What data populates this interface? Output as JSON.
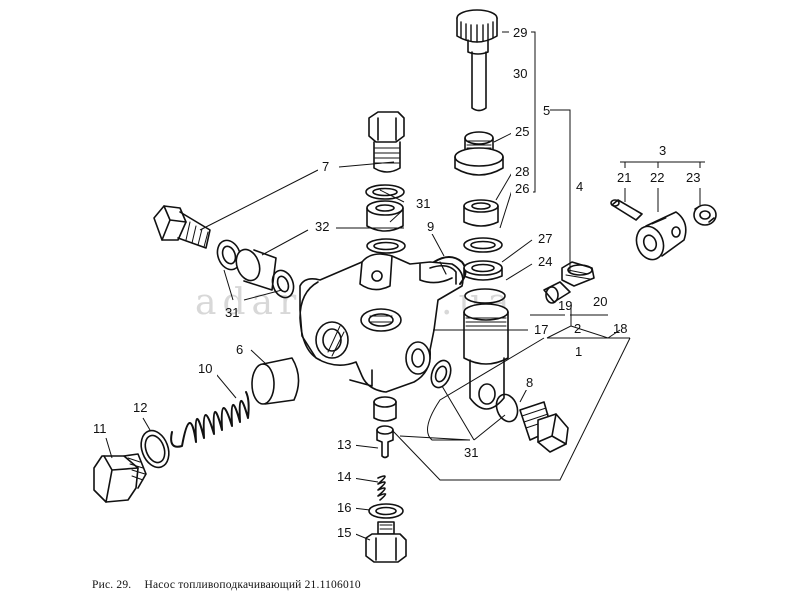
{
  "watermark": "adara.com.ua",
  "caption": {
    "figure_number": "Рис. 29.",
    "title": "Насос топливоподкачивающий 21.1106010"
  },
  "callouts": [
    {
      "id": "c1",
      "text": "1"
    },
    {
      "id": "c2",
      "text": "2"
    },
    {
      "id": "c3",
      "text": "3"
    },
    {
      "id": "c4",
      "text": "4"
    },
    {
      "id": "c5",
      "text": "5"
    },
    {
      "id": "c6",
      "text": "6"
    },
    {
      "id": "c7",
      "text": "7"
    },
    {
      "id": "c8",
      "text": "8"
    },
    {
      "id": "c9",
      "text": "9"
    },
    {
      "id": "c10",
      "text": "10"
    },
    {
      "id": "c11",
      "text": "11"
    },
    {
      "id": "c12",
      "text": "12"
    },
    {
      "id": "c13",
      "text": "13"
    },
    {
      "id": "c14",
      "text": "14"
    },
    {
      "id": "c15",
      "text": "15"
    },
    {
      "id": "c16",
      "text": "16"
    },
    {
      "id": "c17",
      "text": "17"
    },
    {
      "id": "c18",
      "text": "18"
    },
    {
      "id": "c19",
      "text": "19"
    },
    {
      "id": "c20",
      "text": "20"
    },
    {
      "id": "c21",
      "text": "21"
    },
    {
      "id": "c22",
      "text": "22"
    },
    {
      "id": "c23",
      "text": "23"
    },
    {
      "id": "c24",
      "text": "24"
    },
    {
      "id": "c25",
      "text": "25"
    },
    {
      "id": "c26",
      "text": "26"
    },
    {
      "id": "c27",
      "text": "27"
    },
    {
      "id": "c28",
      "text": "28"
    },
    {
      "id": "c29",
      "text": "29"
    },
    {
      "id": "c30",
      "text": "30"
    },
    {
      "id": "c31a",
      "text": "31"
    },
    {
      "id": "c31b",
      "text": "31"
    },
    {
      "id": "c31c",
      "text": "31"
    },
    {
      "id": "c32",
      "text": "32"
    }
  ]
}
